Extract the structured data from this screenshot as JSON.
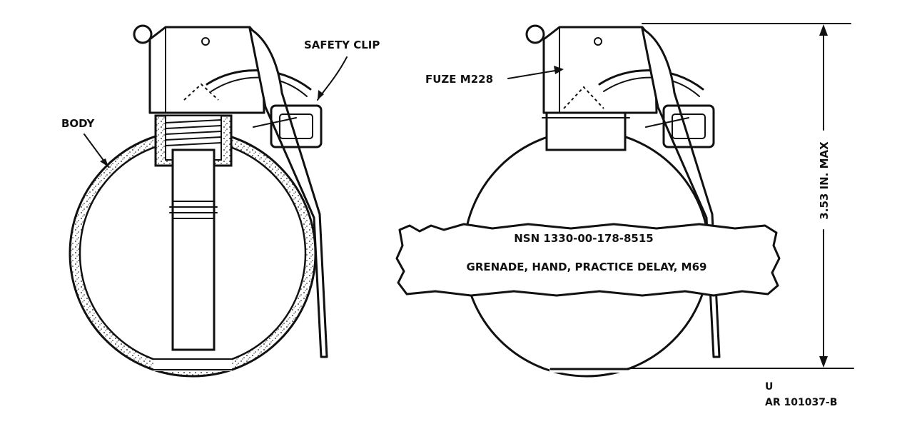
{
  "labels": {
    "body": "BODY",
    "safety_clip": "SAFETY CLIP",
    "fuze": "FUZE M228",
    "dimension": "3.53 IN. MAX",
    "nsn": "NSN 1330-00-178-8515",
    "nomenclature": "GRENADE, HAND, PRACTICE DELAY, M69",
    "classification": "U",
    "figure_id": "AR 101037-B"
  },
  "colors": {
    "ink": "#111111",
    "paper": "#ffffff"
  }
}
